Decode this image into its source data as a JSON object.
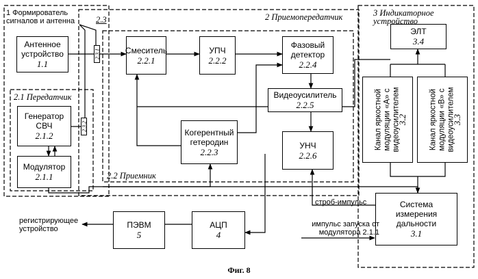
{
  "groups": {
    "former": {
      "title": "1 Формирователь сигналов и антенна"
    },
    "transceiver": {
      "title": "2 Приемопередатчик"
    },
    "transmitter": {
      "title": "2.1 Передатчик"
    },
    "receiver": {
      "title": "2.2 Приемник"
    },
    "indicator": {
      "title": "3 Индикаторное устройство"
    }
  },
  "blocks": {
    "antenna": {
      "label": "Антенное устройство",
      "num": "1.1"
    },
    "generator": {
      "label": "Генератор СВЧ",
      "num": "2.1.2"
    },
    "modulator": {
      "label": "Модулятор",
      "num": "2.1.1"
    },
    "mixer": {
      "label": "Смеситель",
      "num": "2.2.1"
    },
    "ifa": {
      "label": "УПЧ",
      "num": "2.2.2"
    },
    "phase_detector": {
      "label": "Фазовый детектор",
      "num": "2.2.4"
    },
    "video_amp": {
      "label": "Видеоусилитель",
      "num": "2.2.5"
    },
    "coherent_lo": {
      "label": "Когерентный гетеродин",
      "num": "2.2.3"
    },
    "lfa": {
      "label": "УНЧ",
      "num": "2.2.6"
    },
    "crt": {
      "label": "ЭЛТ",
      "num": "3.4"
    },
    "channel_a": {
      "label": "Канал яркостной модуляции «А» с видеоусилителем",
      "num": "3.2"
    },
    "channel_b": {
      "label": "Канал яркостной модуляции «В» с видеоусилителем",
      "num": "3.3"
    },
    "range_system": {
      "label": "Система измерения дальности",
      "num": "3.1"
    },
    "adc": {
      "label": "АЦП",
      "num": "4"
    },
    "pc": {
      "label": "ПЭВМ",
      "num": "5"
    }
  },
  "labels": {
    "duplexer": "2.3",
    "port_1": "2.3.1",
    "port_2": "2.3.2",
    "strobe": "строб-импульс",
    "trigger": "импульс запуска от модулятора 2.1.1",
    "recorder": "регистрирующее устройство"
  },
  "caption": "Фиг. 8"
}
